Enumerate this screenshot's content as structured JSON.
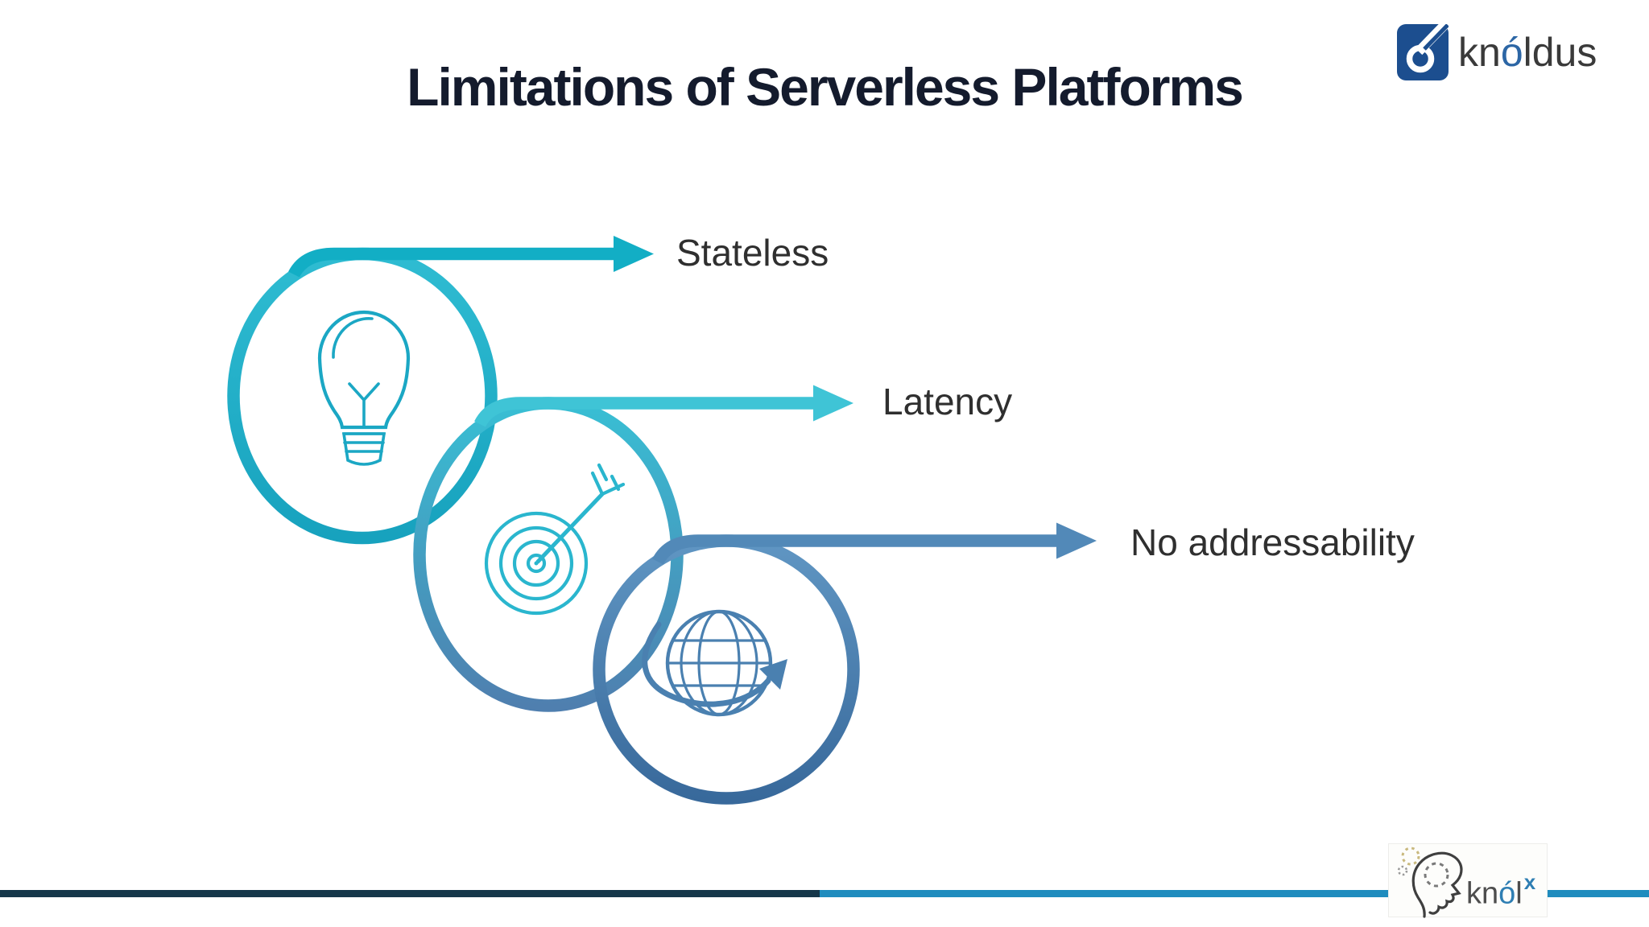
{
  "header": {
    "title": "Limitations of Serverless Platforms",
    "title_color": "#141B2D"
  },
  "brand_logo": {
    "name": "knoldus",
    "square_color": "#1C4E8F",
    "kn": "kn",
    "o_accent": "ó",
    "ldus": "ldus",
    "text_color": "#3A3A3A",
    "accent_text_color": "#2C66A5"
  },
  "diagram": {
    "label_color": "#2F2F2F",
    "items": [
      {
        "label": "Stateless",
        "icon": "lightbulb-icon",
        "arrow_color": "#12AEC5",
        "ring_gradient_top": "#2FBCD2",
        "ring_gradient_bottom": "#17A2BE"
      },
      {
        "label": "Latency",
        "icon": "target-icon",
        "arrow_color": "#3FC4D6",
        "ring_gradient_top": "#38BFD4",
        "ring_gradient_bottom": "#4F7FAF"
      },
      {
        "label": "No addressability",
        "icon": "globe-icon",
        "arrow_color": "#5289B8",
        "ring_gradient_top": "#6096C3",
        "ring_gradient_bottom": "#38699B"
      }
    ]
  },
  "footer": {
    "line_dark_color": "#16374A",
    "line_light_color": "#1F8CBE",
    "knolx_logo": {
      "kn": "kn",
      "o_accent": "ó",
      "l": "l",
      "x_sup": "x",
      "icon": "head-profile-icon",
      "text_color": "#4D4D4D",
      "accent_color": "#2E7EB3"
    }
  }
}
